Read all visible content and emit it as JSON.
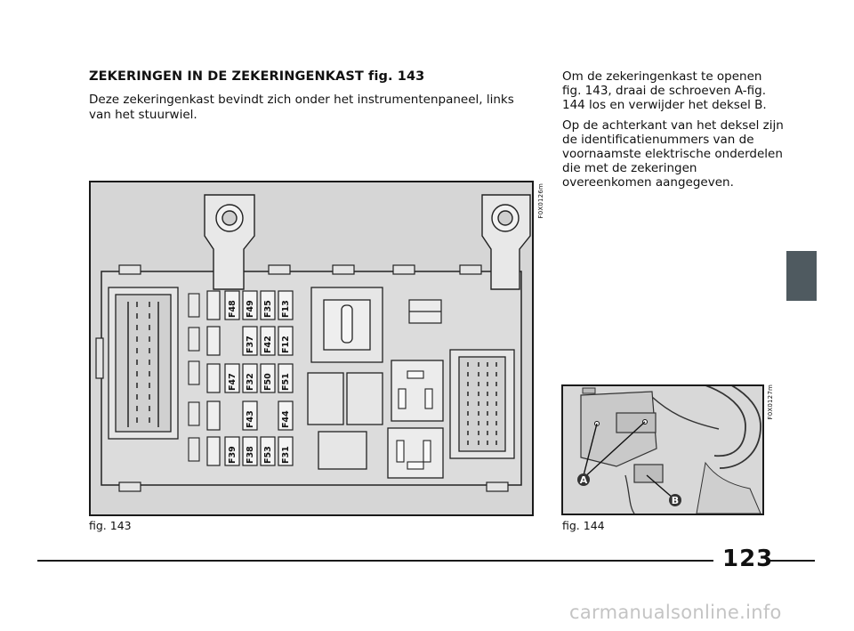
{
  "section": {
    "heading": "ZEKERINGEN IN DE ZEKERINGENKAST fig. 143",
    "intro": "Deze zekeringenkast bevindt zich onder het instrumentenpaneel, links van het stuurwiel."
  },
  "right_column": {
    "paragraph1": "Om de zekeringenkast te openen fig. 143, draai de schroeven A-fig. 144 los en verwijder het deksel B.",
    "paragraph2": "Op de achterkant van het deksel zijn de identificatienummers van de voornaamste elektrische onderdelen die met de zekeringen overeenkomen aangegeven."
  },
  "figure143": {
    "caption": "fig. 143",
    "code": "F0X0126m",
    "fuse_labels": [
      [
        "F48",
        "F49",
        "F35",
        "F13"
      ],
      [
        "",
        "F37",
        "F42",
        "F12"
      ],
      [
        "F47",
        "F32",
        "F50",
        "F51"
      ],
      [
        "",
        "F43",
        "",
        "F44"
      ],
      [
        "F39",
        "F38",
        "F53",
        "F31"
      ]
    ]
  },
  "figure144": {
    "caption": "fig. 144",
    "code": "F0X0127m",
    "label_a": "A",
    "label_b": "B"
  },
  "page": {
    "number": "123",
    "watermark": "carmanualsonline.info"
  },
  "colors": {
    "side_tab": "#4f5a60",
    "figure_bg": "#d6d6d6",
    "watermark": "#c4c4c4"
  }
}
